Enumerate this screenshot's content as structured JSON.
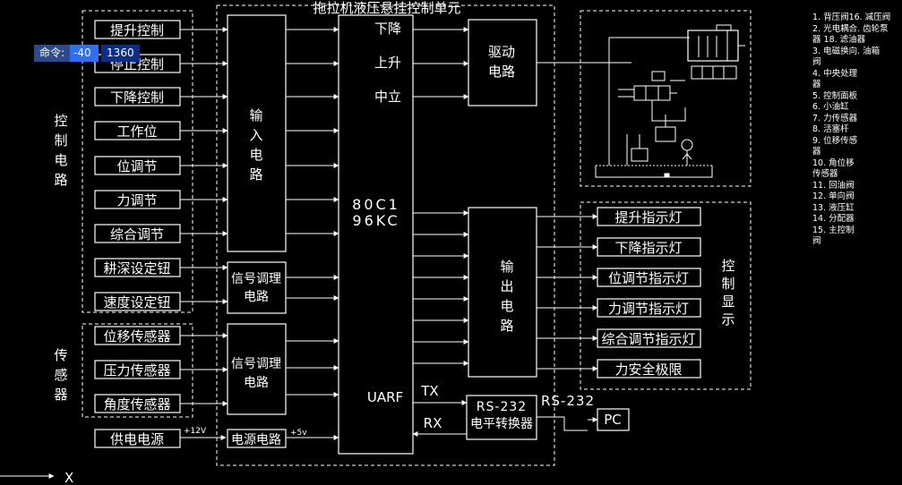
{
  "command_bar": {
    "label": "命令:",
    "input_value": "-40",
    "second_value": "1360"
  },
  "title": "拖拉机液压悬挂控制单元",
  "groups": {
    "control_circuit": [
      "控",
      "制",
      "电",
      "路"
    ],
    "sensors": [
      "传",
      "感",
      "器"
    ],
    "control_display": [
      "控",
      "制",
      "显",
      "示"
    ]
  },
  "controls": [
    "提升控制",
    "停止控制",
    "下降控制",
    "工作位",
    "位调节",
    "力调节",
    "综合调节",
    "耕深设定钮",
    "速度设定钮"
  ],
  "sensors": [
    "位移传感器",
    "压力传感器",
    "角度传感器"
  ],
  "power": {
    "supply": "供电电源",
    "circuit": "电源电路",
    "v12": "+12V",
    "v5": "+5v"
  },
  "input_circuit": [
    "输",
    "入",
    "电",
    "路"
  ],
  "signal_cond1": [
    "信号调理",
    "电路"
  ],
  "signal_cond2": [
    "信号调理",
    "电路"
  ],
  "mcu": {
    "down": "下降",
    "up": "上升",
    "neutral": "中立",
    "chip1": "80C1",
    "chip2": "96KC",
    "uart": "UARF",
    "tx": "TX",
    "rx": "RX"
  },
  "drive": [
    "驱动",
    "电路"
  ],
  "output_circuit": [
    "输",
    "出",
    "电",
    "路"
  ],
  "rs232": {
    "label": "RS-232",
    "converter": "电平转换器",
    "link": "RS-232",
    "pc": "PC"
  },
  "indicators": [
    "提升指示灯",
    "下降指示灯",
    "位调节指示灯",
    "力调节指示灯",
    "综合调节指示灯",
    "力安全极限"
  ],
  "axis_label": "X",
  "legend": [
    "1. 背压阀16. 减压阀",
    "2. 光电耦合. 齿轮泵",
    "器     18. 滤油器",
    "3. 电磁换向. 油箱",
    "阀",
    "4. 中央处理",
    "器",
    "5. 控制面板",
    "6. 小油缸",
    "7. 力传感器",
    "8. 活塞杆",
    "9. 位移传感",
    "器",
    "10. 角位移",
    "传感器",
    "11. 回油阀",
    "12. 单向阀",
    "13. 液压缸",
    "14. 分配器",
    "15. 主控制",
    "阀"
  ]
}
